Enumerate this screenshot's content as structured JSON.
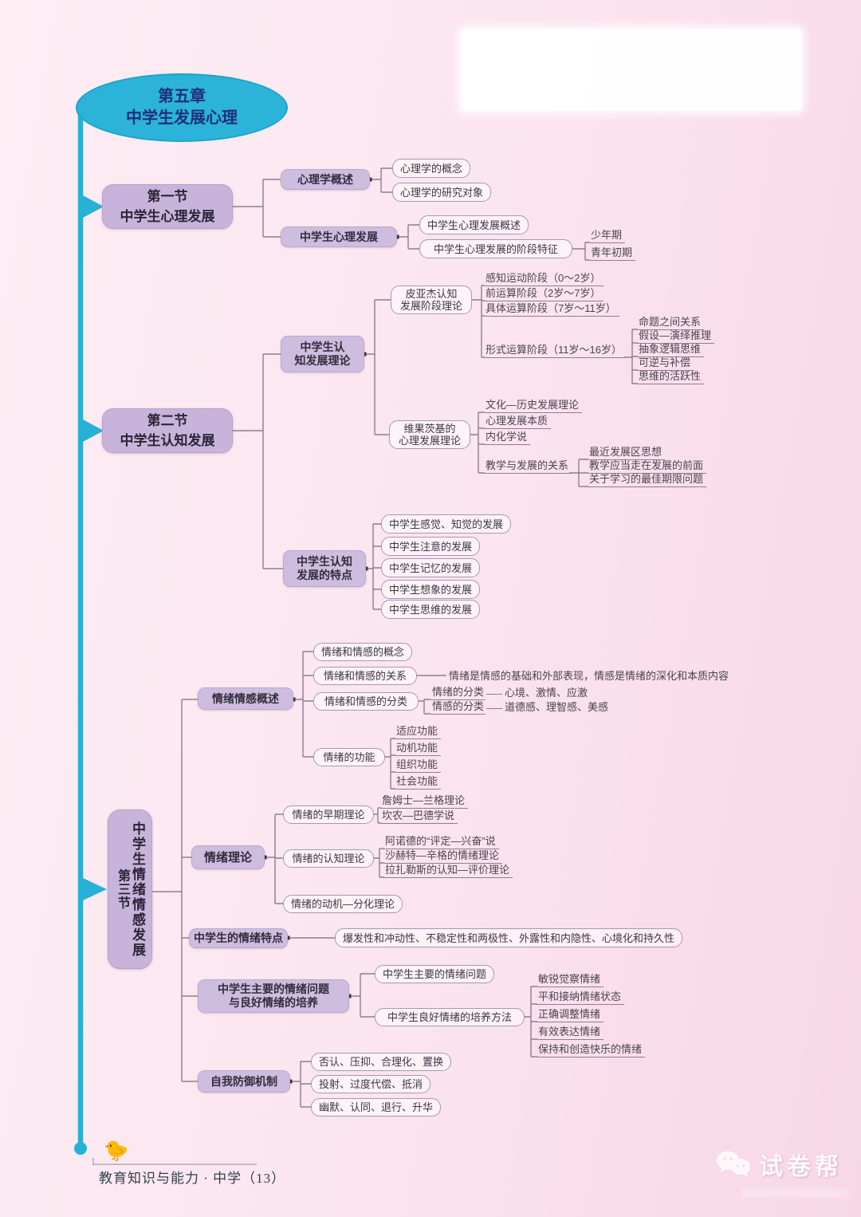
{
  "colors": {
    "spine_cyan": "#29b2d8",
    "node_lavender": "#cebddf",
    "section_lavender": "#c8b4da",
    "line": "#8d7d92",
    "background_pink": "#fbe4ee",
    "chapter_text": "#1f2f7e"
  },
  "chapter": {
    "line1": "第五章",
    "line2": "中学生发展心理"
  },
  "s1": {
    "title": [
      "第一节",
      "中学生心理发展"
    ],
    "psych": "心理学概述",
    "psych_concept": "心理学的概念",
    "psych_object": "心理学的研究对象",
    "dev": "中学生心理发展",
    "dev_overview": "中学生心理发展概述",
    "dev_stage": "中学生心理发展的阶段特征",
    "stage_teen": "少年期",
    "stage_youth": "青年初期"
  },
  "s2": {
    "title": [
      "第二节",
      "中学生认知发展"
    ],
    "theory": [
      "中学生认",
      "知发展理论"
    ],
    "piaget": [
      "皮亚杰认知",
      "发展阶段理论"
    ],
    "piaget_stages": [
      "感知运动阶段（0～2岁）",
      "前运算阶段（2岁～7岁）",
      "具体运算阶段（7岁～11岁）",
      "形式运算阶段（11岁～16岁）"
    ],
    "formal_features": [
      "命题之间关系",
      "假设—演绎推理",
      "抽象逻辑思维",
      "可逆与补偿",
      "思维的活跃性"
    ],
    "vygotsky": [
      "维果茨基的",
      "心理发展理论"
    ],
    "vygotsky_items": [
      "文化—历史发展理论",
      "心理发展本质",
      "内化学说"
    ],
    "teach_dev": "教学与发展的关系",
    "teach_dev_items": [
      "最近发展区思想",
      "教学应当走在发展的前面",
      "关于学习的最佳期限问题"
    ],
    "feature": [
      "中学生认知",
      "发展的特点"
    ],
    "feature_items": [
      "中学生感觉、知觉的发展",
      "中学生注意的发展",
      "中学生记忆的发展",
      "中学生想象的发展",
      "中学生思维的发展"
    ]
  },
  "s3": {
    "title_main": "中学生情绪情感发展",
    "title_sub": "第三节",
    "overview": "情绪情感概述",
    "concept": "情绪和情感的概念",
    "relation": "情绪和情感的关系",
    "relation_note": "情绪是情感的基础和外部表现，情感是情绪的深化和本质内容",
    "classify": "情绪和情感的分类",
    "classify_emotion_label": "情绪的分类",
    "classify_emotion_value": "心境、激情、应激",
    "classify_feeling_label": "情感的分类",
    "classify_feeling_value": "道德感、理智感、美感",
    "function": "情绪的功能",
    "function_items": [
      "适应功能",
      "动机功能",
      "组织功能",
      "社会功能"
    ],
    "theory": "情绪理论",
    "early": "情绪的早期理论",
    "early_items": [
      "詹姆士—兰格理论",
      "坎农—巴德学说"
    ],
    "cognitive": "情绪的认知理论",
    "cognitive_items": [
      "阿诺德的“评定—兴奋”说",
      "沙赫特—辛格的情绪理论",
      "拉扎勒斯的认知—评价理论"
    ],
    "motivation": "情绪的动机—分化理论",
    "trait": "中学生的情绪特点",
    "trait_note": "爆发性和冲动性、不稳定性和两极性、外露性和内隐性、心境化和持久性",
    "problem": [
      "中学生主要的情绪问题",
      "与良好情绪的培养"
    ],
    "problem_main": "中学生主要的情绪问题",
    "cultivate": "中学生良好情绪的培养方法",
    "cultivate_items": [
      "敏锐觉察情绪",
      "平和接纳情绪状态",
      "正确调整情绪",
      "有效表达情绪",
      "保持和创造快乐的情绪"
    ],
    "defense": "自我防御机制",
    "defense_items": [
      "否认、压抑、合理化、置换",
      "投射、过度代偿、抵消",
      "幽默、认同、退行、升华"
    ]
  },
  "footer": {
    "text": "教育知识与能力 · 中学（13）",
    "duck_icon": "🐤"
  },
  "watermark": {
    "brand": "试卷帮"
  }
}
